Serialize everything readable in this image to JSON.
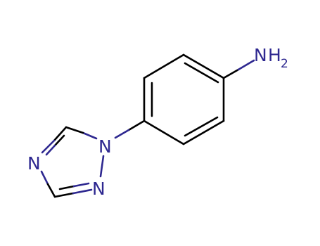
{
  "molecule": {
    "atoms": {
      "amine_nitrogen": "N",
      "amine_hydrogen": "H",
      "amine_hydrogen_count": "2",
      "triazole_n1": "N",
      "triazole_n2": "N",
      "triazole_n4": "N"
    },
    "colors": {
      "carbon_bond": "#000000",
      "nitrogen": "#2e2890"
    }
  }
}
